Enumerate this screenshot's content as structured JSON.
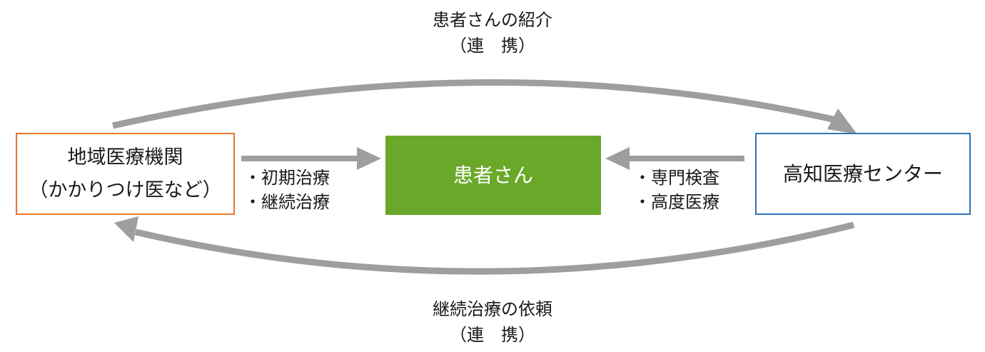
{
  "colors": {
    "arrow": "#9e9e9e",
    "left_border": "#e8762b",
    "right_border": "#2e75b6",
    "center_fill": "#6aa829",
    "center_text": "#ffffff"
  },
  "top_caption": {
    "line1": "患者さんの紹介",
    "line2": "（連　携）"
  },
  "bottom_caption": {
    "line1": "継続治療の依頼",
    "line2": "（連　携）"
  },
  "left_box": {
    "line1": "地域医療機関",
    "line2": "（かかりつけ医など）"
  },
  "center_box": {
    "label": "患者さん"
  },
  "right_box": {
    "label": "高知医療センター"
  },
  "left_list": [
    "・初期治療",
    "・継続治療"
  ],
  "right_list": [
    "・専門検査",
    "・高度医療"
  ]
}
